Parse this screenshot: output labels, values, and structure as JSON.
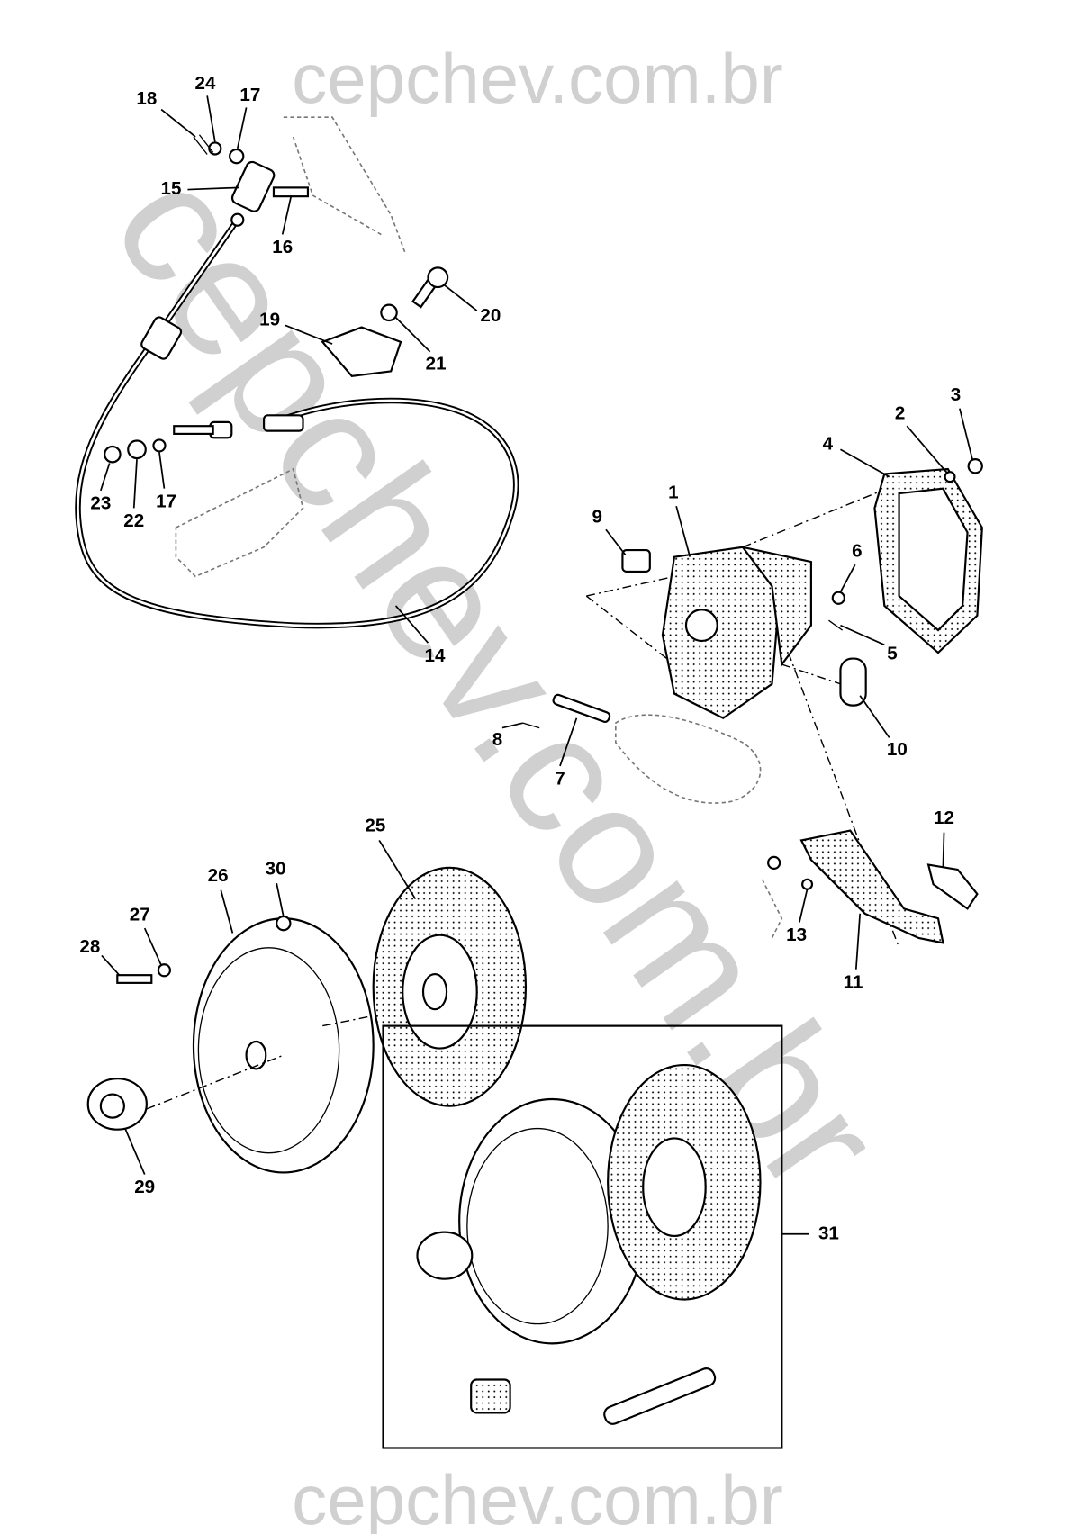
{
  "watermark": {
    "text": "cepchev.com.br"
  },
  "callouts": {
    "c1": "1",
    "c2": "2",
    "c3": "3",
    "c4": "4",
    "c5": "5",
    "c6": "6",
    "c7": "7",
    "c8": "8",
    "c9": "9",
    "c10": "10",
    "c11": "11",
    "c12": "12",
    "c13": "13",
    "c14": "14",
    "c15": "15",
    "c16": "16",
    "c17a": "17",
    "c17b": "17",
    "c18": "18",
    "c19": "19",
    "c20": "20",
    "c21": "21",
    "c22": "22",
    "c23": "23",
    "c24": "24",
    "c25": "25",
    "c26": "26",
    "c27": "27",
    "c28": "28",
    "c29": "29",
    "c30": "30",
    "c31": "31"
  }
}
